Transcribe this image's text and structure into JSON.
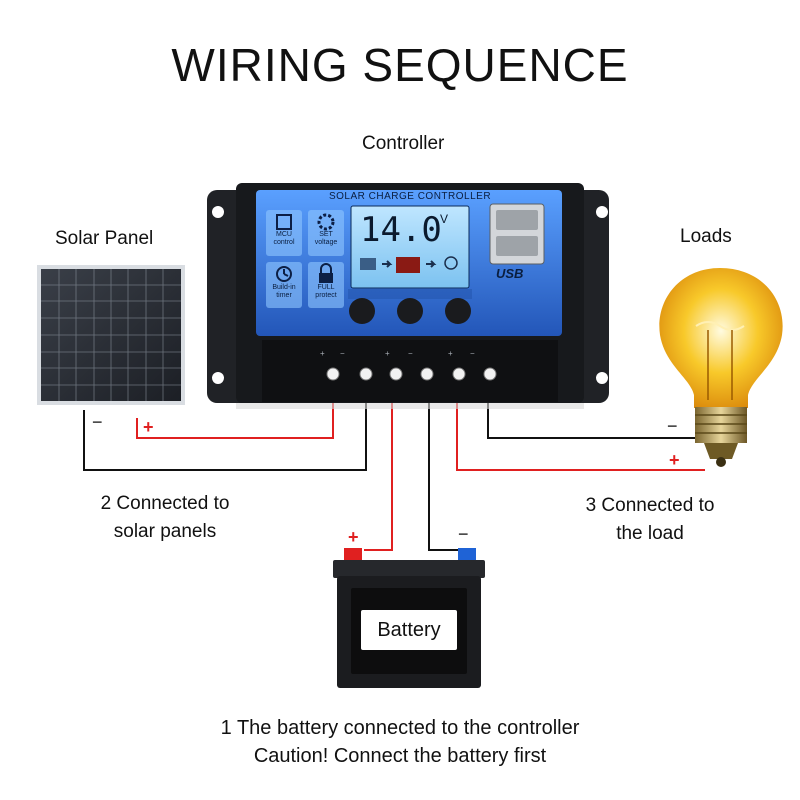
{
  "title": "WIRING SEQUENCE",
  "labels": {
    "controller": "Controller",
    "solar_panel": "Solar Panel",
    "loads": "Loads",
    "step2_line1": "2 Connected to",
    "step2_line2": "solar panels",
    "step3_line1": "3 Connected to",
    "step3_line2": "the load",
    "step1_line1": "1 The battery connected to the controller",
    "step1_line2": "Caution! Connect the battery first"
  },
  "controller": {
    "header": "SOLAR CHARGE CONTROLLER",
    "display_value": "14.0",
    "display_unit": "V",
    "usb_label": "USB",
    "features": [
      {
        "icon": "mcu-chip-icon",
        "line1": "MCU",
        "line2": "control"
      },
      {
        "icon": "settings-gear-icon",
        "line1": "SET",
        "line2": "voltage"
      },
      {
        "icon": "clock-timer-icon",
        "line1": "Build-in",
        "line2": "timer"
      },
      {
        "icon": "padlock-icon",
        "line1": "FULL",
        "line2": "protect"
      }
    ]
  },
  "battery": {
    "label": "Battery"
  },
  "polarity": {
    "plus": "+",
    "minus": "−"
  },
  "colors": {
    "positive_wire": "#e02020",
    "negative_wire": "#111111",
    "controller_blue": "#2f6fd0",
    "bulb_glow": "#f5b915"
  }
}
